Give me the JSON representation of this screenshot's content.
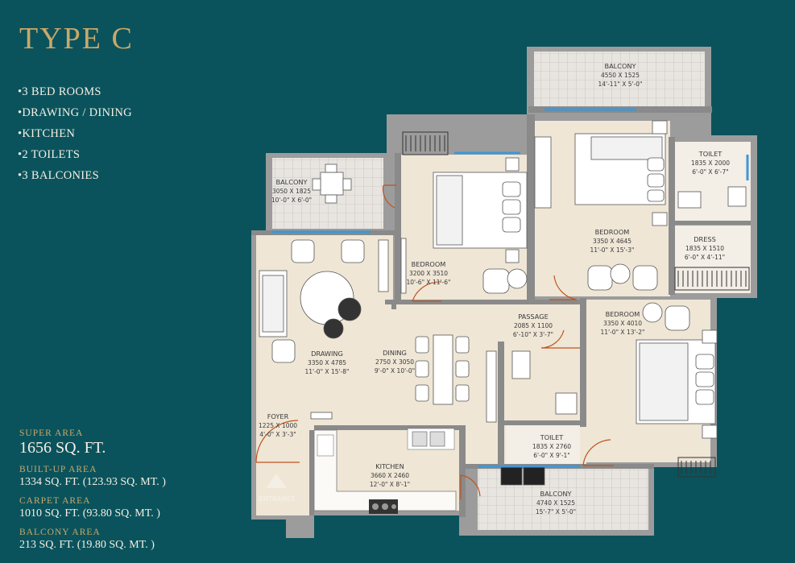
{
  "title": "TYPE C",
  "features": [
    "3 BED ROOMS",
    "DRAWING / DINING",
    "KITCHEN",
    "2 TOILETS",
    "3 BALCONIES"
  ],
  "areas": [
    {
      "label": "SUPER AREA",
      "value": "1656 SQ. FT."
    },
    {
      "label": "BUILT-UP AREA",
      "value": "1334 SQ. FT. (123.93 SQ. MT. )"
    },
    {
      "label": "CARPET AREA",
      "value": "1010 SQ. FT. (93.80 SQ. MT. )"
    },
    {
      "label": "BALCONY AREA",
      "value": "213 SQ. FT. (19.80 SQ. MT. )"
    }
  ],
  "rooms": {
    "balcony_top": {
      "name": "BALCONY",
      "metric": "4550 X 1525",
      "imperial": "14'-11\" X 5'-0\""
    },
    "toilet_1": {
      "name": "TOILET",
      "metric": "1835 X 2000",
      "imperial": "6'-0\" X 6'-7\""
    },
    "balcony_left": {
      "name": "BALCONY",
      "metric": "3050 X 1825",
      "imperial": "10'-0\" X 6'-0\""
    },
    "bedroom_1": {
      "name": "BEDROOM",
      "metric": "3200 X 3510",
      "imperial": "10'-6\" X 11'-6\""
    },
    "bedroom_2": {
      "name": "BEDROOM",
      "metric": "3350 X 4645",
      "imperial": "11'-0\" X 15'-3\""
    },
    "dress": {
      "name": "DRESS",
      "metric": "1835 X 1510",
      "imperial": "6'-0\" X 4'-11\""
    },
    "passage": {
      "name": "PASSAGE",
      "metric": "2085 X 1100",
      "imperial": "6'-10\" X 3'-7\""
    },
    "bedroom_3": {
      "name": "BEDROOM",
      "metric": "3350 X 4010",
      "imperial": "11'-0\" X 13'-2\""
    },
    "drawing": {
      "name": "DRAWING",
      "metric": "3350 X 4785",
      "imperial": "11'-0\" X 15'-8\""
    },
    "dining": {
      "name": "DINING",
      "metric": "2750 X 3050",
      "imperial": "9'-0\" X 10'-0\""
    },
    "foyer": {
      "name": "FOYER",
      "metric": "1225 X 1000",
      "imperial": "4'-0\" X 3'-3\""
    },
    "toilet_2": {
      "name": "TOILET",
      "metric": "1835 X 2760",
      "imperial": "6'-0\" X 9'-1\""
    },
    "kitchen": {
      "name": "KITCHEN",
      "metric": "3660 X 2460",
      "imperial": "12'-0\" X 8'-1\""
    },
    "balcony_bottom": {
      "name": "BALCONY",
      "metric": "4740 X 1525",
      "imperial": "15'-7\" X 5'-0\""
    }
  },
  "entrance": "ENTRANCE",
  "colors": {
    "background": "#0b535c",
    "gold": "#c9a86a",
    "text": "#f4efe4",
    "wall": "#8a8a8a",
    "floor": "#efe6d6",
    "balcony": "#e7e4df",
    "door": "#c0531f",
    "window": "#3f97d6"
  }
}
